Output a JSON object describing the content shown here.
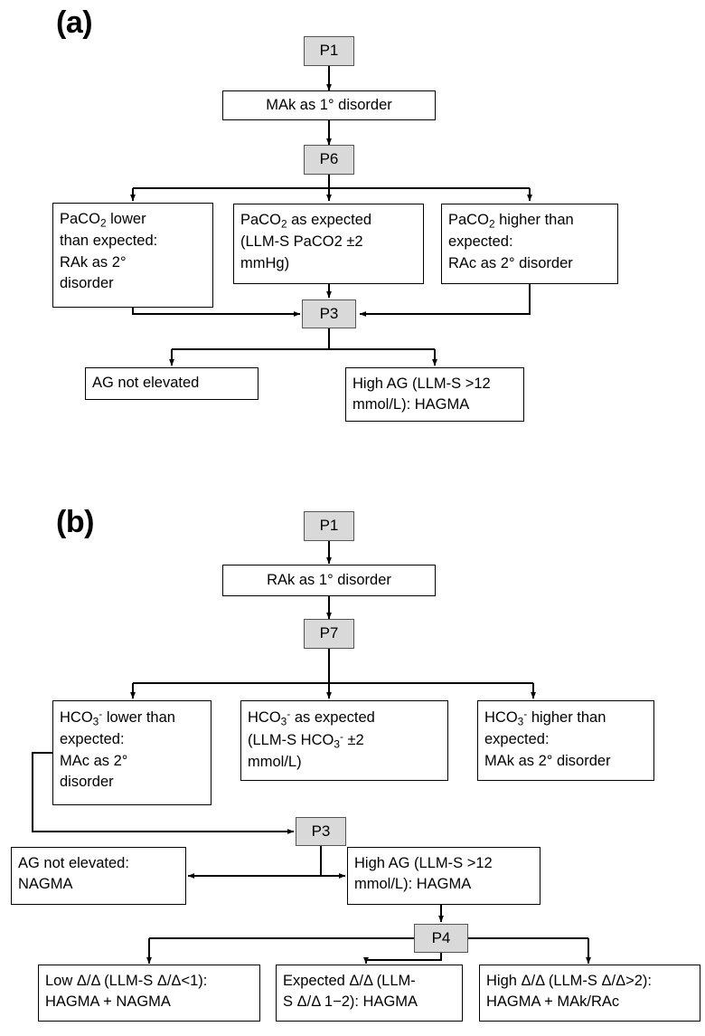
{
  "figure": {
    "type": "flowchart",
    "panels": [
      {
        "id": "a",
        "label": "(a)",
        "root_topic": "MAk as 1° disorder",
        "nodes": {
          "p1": "P1",
          "primary": "MAk as 1° disorder",
          "p6": "P6",
          "branch_left_l1": "PaCO",
          "branch_left_sub": "2",
          "branch_left_l1b": " lower",
          "branch_left_l2": "than expected:",
          "branch_left_l3": "RAk as 2°",
          "branch_left_l4": "disorder",
          "branch_mid_l1a": "PaCO",
          "branch_mid_sub": "2",
          "branch_mid_l1b": " as expected",
          "branch_mid_l2": "(LLM-S PaCO2 ±2",
          "branch_mid_l3": "mmHg)",
          "branch_right_l1a": "PaCO",
          "branch_right_sub": "2",
          "branch_right_l1b": " higher than",
          "branch_right_l2": "expected:",
          "branch_right_l3": "RAc as 2° disorder",
          "p3": "P3",
          "ag_normal": "AG not elevated",
          "ag_high_l1": "High AG (LLM-S >12",
          "ag_high_l2": "mmol/L): HAGMA"
        }
      },
      {
        "id": "b",
        "label": "(b)",
        "root_topic": "RAk as 1° disorder",
        "nodes": {
          "p1": "P1",
          "primary": "RAk as 1° disorder",
          "p7": "P7",
          "branch_left_l1a": "HCO",
          "branch_left_sub": "3",
          "branch_left_sup": "-",
          "branch_left_l1b": " lower than",
          "branch_left_l2": "expected:",
          "branch_left_l3": "MAc as 2°",
          "branch_left_l4": "disorder",
          "branch_mid_l1a": "HCO",
          "branch_mid_sub": "3",
          "branch_mid_sup": "-",
          "branch_mid_l1b": " as expected",
          "branch_mid_l2a": "(LLM-S HCO",
          "branch_mid_l2sub": "3",
          "branch_mid_l2sup": "-",
          "branch_mid_l2b": " ±2",
          "branch_mid_l3": "mmol/L)",
          "branch_right_l1a": "HCO",
          "branch_right_sub": "3",
          "branch_right_sup": "-",
          "branch_right_l1b": " higher than",
          "branch_right_l2": "expected:",
          "branch_right_l3": "MAk as 2° disorder",
          "p3": "P3",
          "ag_normal_l1": "AG not elevated:",
          "ag_normal_l2": "NAGMA",
          "ag_high_l1": "High AG (LLM-S >12",
          "ag_high_l2": "mmol/L): HAGMA",
          "p4": "P4",
          "dd_low_l1": "Low Δ/Δ  (LLM-S Δ/Δ<1):",
          "dd_low_l2": "HAGMA + NAGMA",
          "dd_exp_l1": "Expected Δ/Δ (LLM-",
          "dd_exp_l2": "S Δ/Δ 1−2): HAGMA",
          "dd_high_l1": "High Δ/Δ (LLM-S Δ/Δ>2):",
          "dd_high_l2": "HAGMA + MAk/RAc"
        }
      }
    ],
    "colors": {
      "process_fill": "#d9d9d9",
      "process_stroke": "#555555",
      "box_stroke": "#000000",
      "background": "#ffffff",
      "text": "#000000"
    }
  }
}
